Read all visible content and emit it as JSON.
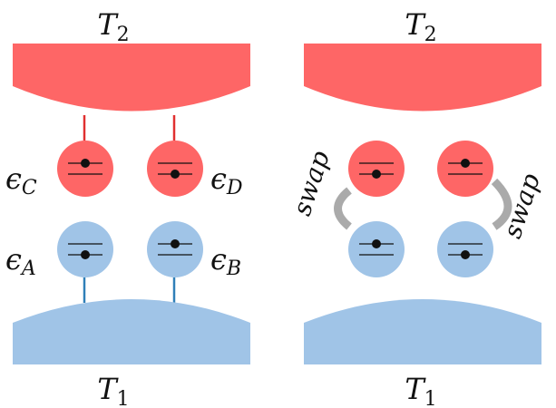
{
  "colors": {
    "hot": "#fe6666",
    "cold": "#a0c4e7",
    "hot_line": "#e03030",
    "cold_line": "#2f7fb8",
    "swap_arrow": "#aaaaaa",
    "ink": "#111111"
  },
  "left_panel": {
    "top_reservoir": {
      "symbol": "T",
      "subscript": "2"
    },
    "bottom_reservoir": {
      "symbol": "T",
      "subscript": "1"
    },
    "dots": {
      "c": {
        "symbol": "ϵ",
        "subscript": "C"
      },
      "d": {
        "symbol": "ϵ",
        "subscript": "D"
      },
      "a": {
        "symbol": "ϵ",
        "subscript": "A"
      },
      "b": {
        "symbol": "ϵ",
        "subscript": "B"
      }
    }
  },
  "right_panel": {
    "top_reservoir": {
      "symbol": "T",
      "subscript": "2"
    },
    "bottom_reservoir": {
      "symbol": "T",
      "subscript": "1"
    },
    "swap_left": "swap",
    "swap_right": "swap"
  }
}
